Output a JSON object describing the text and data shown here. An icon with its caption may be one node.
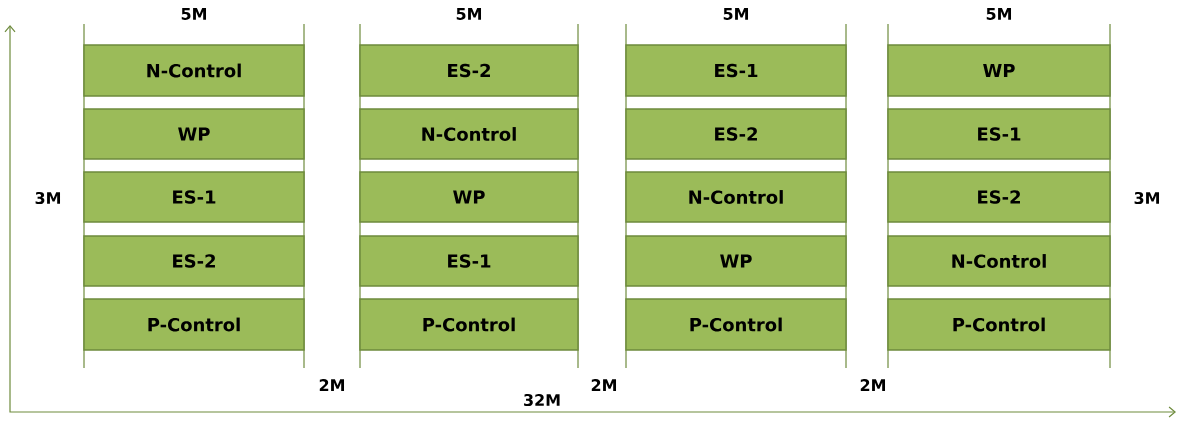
{
  "diagram": {
    "nodes": [
      {
        "text": [
          "N-Control"
        ]
      },
      {
        "text": [
          "ES-2"
        ]
      },
      {
        "text": [
          "ES-1"
        ]
      },
      {
        "text": [
          "WP"
        ]
      },
      {
        "text": [
          "WP"
        ]
      },
      {
        "text": [
          "N-Control"
        ]
      },
      {
        "text": [
          "ES-2"
        ]
      },
      {
        "text": [
          "ES-1"
        ]
      },
      {
        "text": [
          "ES-1"
        ]
      },
      {
        "text": [
          "WP"
        ]
      },
      {
        "text": [
          "N-Control"
        ]
      },
      {
        "text": [
          "ES-2"
        ]
      },
      {
        "text": [
          "ES-2"
        ]
      },
      {
        "text": [
          "ES-1"
        ]
      },
      {
        "text": [
          "WP"
        ]
      },
      {
        "text": [
          "N-Control"
        ]
      },
      {
        "text": [
          "P-Control"
        ]
      },
      {
        "text": [
          "P-Control"
        ]
      },
      {
        "text": [
          "P-Control"
        ]
      },
      {
        "text": [
          "P-Control"
        ]
      }
    ],
    "labels": [
      "5M",
      "5M",
      "5M",
      "5M",
      "3M",
      "3M",
      "2M",
      "2M",
      "2M",
      "32M"
    ]
  }
}
